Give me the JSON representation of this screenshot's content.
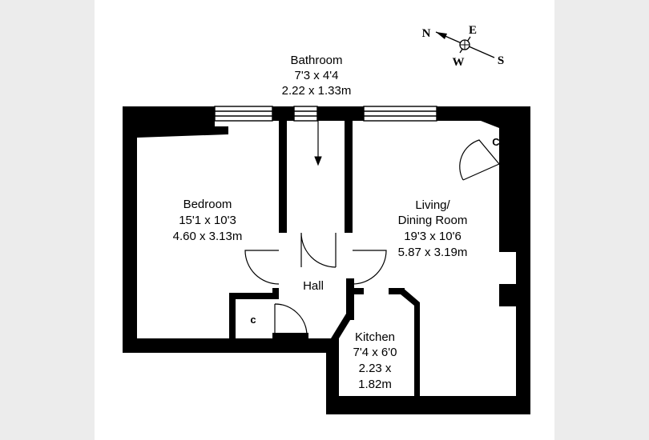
{
  "rooms": {
    "bathroom": {
      "name": "Bathroom",
      "imperial": "7'3 x 4'4",
      "metric": "2.22 x 1.33m"
    },
    "bedroom": {
      "name": "Bedroom",
      "imperial": "15'1 x 10'3",
      "metric": "4.60 x 3.13m"
    },
    "living": {
      "name_line1": "Living/",
      "name_line2": "Dining Room",
      "imperial": "19'3 x 10'6",
      "metric": "5.87 x 3.19m"
    },
    "hall": {
      "name": "Hall"
    },
    "kitchen": {
      "name": "Kitchen",
      "imperial": "7'4 x 6'0",
      "metric_line1": "2.23 x",
      "metric_line2": "1.82m"
    },
    "cupboard_small": {
      "name": "c"
    },
    "cupboard_living": {
      "name": "C"
    }
  },
  "compass": {
    "n": "N",
    "e": "E",
    "w": "W",
    "s": "S"
  },
  "colors": {
    "wall": "#000000",
    "page": "#ffffff",
    "backdrop": "#ececec"
  }
}
